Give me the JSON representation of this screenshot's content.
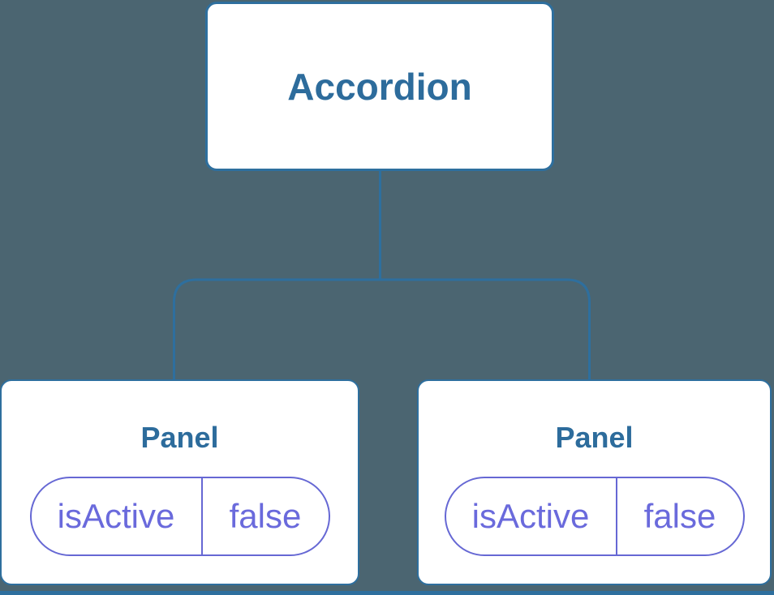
{
  "diagram": {
    "kind": "component-tree",
    "colors": {
      "background": "#4B6571",
      "node_fill": "#FFFFFF",
      "line_blue": "#2E6F9E",
      "label_blue": "#2D6C9C",
      "pill_purple": "#6668D4",
      "pill_text_purple": "#6A6ADC",
      "bottom_strip": "#2E6F9E"
    },
    "root": {
      "label": "Accordion"
    },
    "children": [
      {
        "label": "Panel",
        "props": [
          {
            "name": "isActive",
            "value": "false"
          }
        ]
      },
      {
        "label": "Panel",
        "props": [
          {
            "name": "isActive",
            "value": "false"
          }
        ]
      }
    ]
  }
}
